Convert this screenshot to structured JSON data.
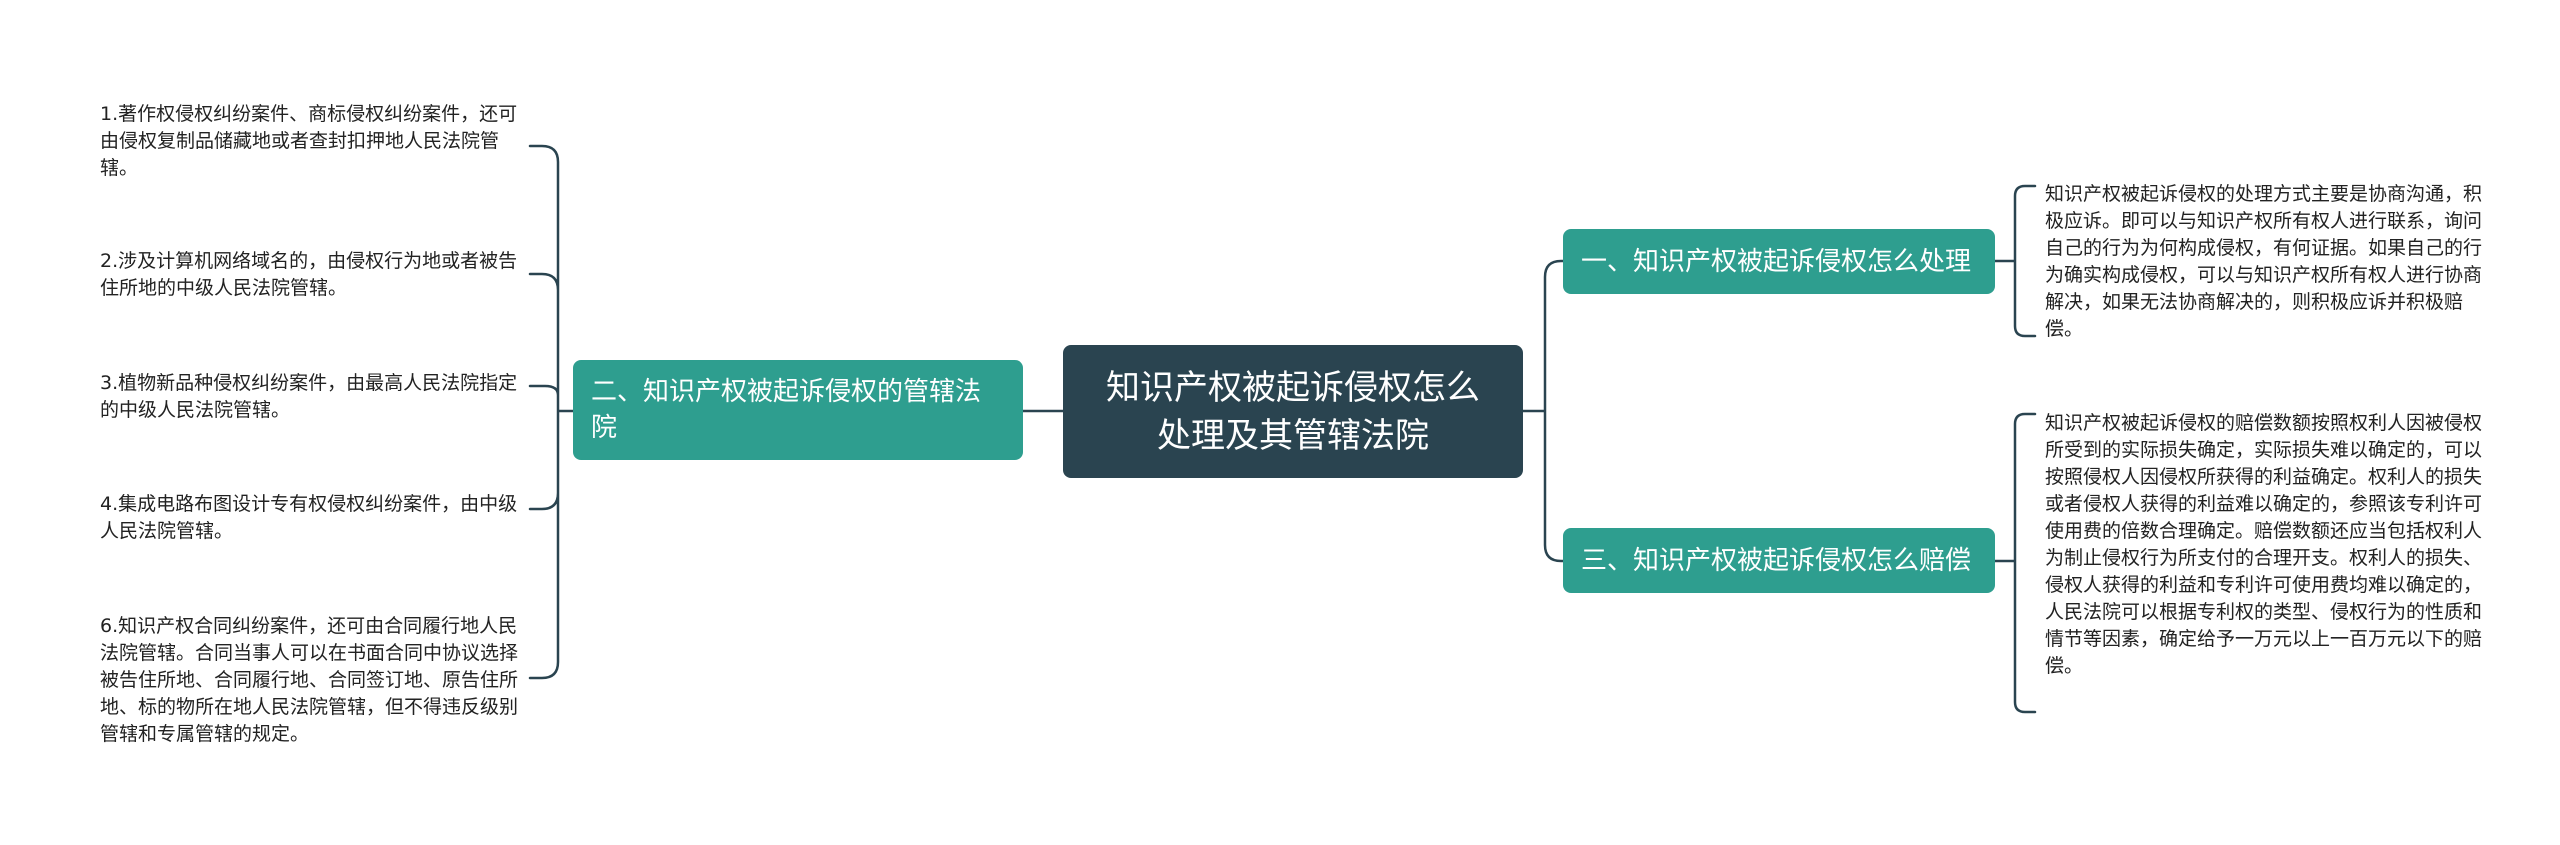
{
  "root": {
    "title_line1": "知识产权被起诉侵权怎么",
    "title_line2": "处理及其管辖法院"
  },
  "branches": {
    "left": {
      "label": "二、知识产权被起诉侵权的管辖法院"
    },
    "right_top": {
      "label": "一、知识产权被起诉侵权怎么处理"
    },
    "right_bottom": {
      "label": "三、知识产权被起诉侵权怎么赔偿"
    }
  },
  "left_leaves": [
    {
      "text": "1.著作权侵权纠纷案件、商标侵权纠纷案件，还可由侵权复制品储藏地或者查封扣押地人民法院管辖。"
    },
    {
      "text": "2.涉及计算机网络域名的，由侵权行为地或者被告住所地的中级人民法院管辖。"
    },
    {
      "text": "3.植物新品种侵权纠纷案件，由最高人民法院指定的中级人民法院管辖。"
    },
    {
      "text": "4.集成电路布图设计专有权侵权纠纷案件，由中级人民法院管辖。"
    },
    {
      "text": "6.知识产权合同纠纷案件，还可由合同履行地人民法院管辖。合同当事人可以在书面合同中协议选择被告住所地、合同履行地、合同签订地、原告住所地、标的物所在地人民法院管辖，但不得违反级别管辖和专属管辖的规定。"
    }
  ],
  "right_leaves": [
    {
      "text": "知识产权被起诉侵权的处理方式主要是协商沟通，积极应诉。即可以与知识产权所有权人进行联系，询问自己的行为为何构成侵权，有何证据。如果自己的行为确实构成侵权，可以与知识产权所有权人进行协商解决，如果无法协商解决的，则积极应诉并积极赔偿。"
    },
    {
      "text": "知识产权被起诉侵权的赔偿数额按照权利人因被侵权所受到的实际损失确定，实际损失难以确定的，可以按照侵权人因侵权所获得的利益确定。权利人的损失或者侵权人获得的利益难以确定的，参照该专利许可使用费的倍数合理确定。赔偿数额还应当包括权利人为制止侵权行为所支付的合理开支。权利人的损失、侵权人获得的利益和专利许可使用费均难以确定的，人民法院可以根据专利权的类型、侵权行为的性质和情节等因素，确定给予一万元以上一百万元以下的赔偿。"
    }
  ],
  "colors": {
    "root_bg": "#2a4450",
    "branch_bg": "#2e9e8f",
    "connector": "#2a4450",
    "leaf_text": "#222222"
  }
}
